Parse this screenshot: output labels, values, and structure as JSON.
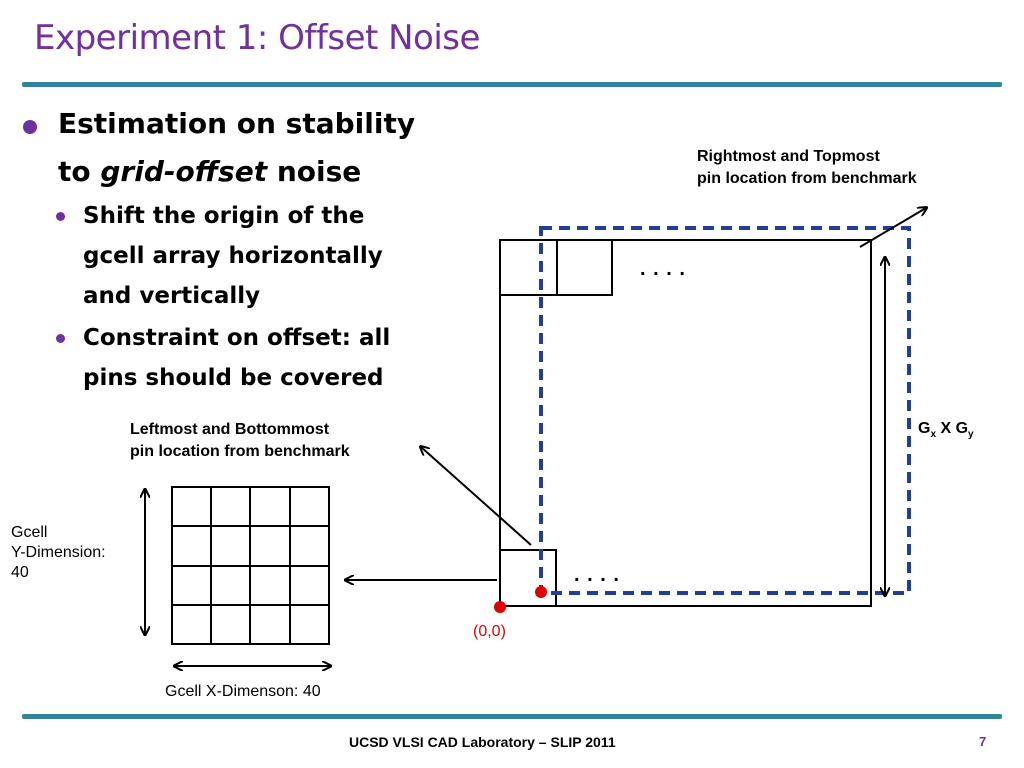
{
  "slide": {
    "title": "Experiment 1: Offset Noise",
    "bullet1_line1": "Estimation on stability",
    "bullet1_line2_pre": "to ",
    "bullet1_line2_em": "grid-offset",
    "bullet1_line2_post": " noise",
    "sub1_line1": "Shift the origin of the",
    "sub1_line2": "gcell array horizontally",
    "sub1_line3": "and vertically",
    "sub2_line1": "Constraint on offset: all",
    "sub2_line2": "pins should be covered"
  },
  "diagram": {
    "top_label_line1": "Rightmost and Topmost",
    "top_label_line2": "pin location from benchmark",
    "bottom_label_line1": "Leftmost and Bottommost",
    "bottom_label_line2": "pin location from benchmark",
    "dim_main": "G",
    "dim_sub_x": "x",
    "dim_mid": " X G",
    "dim_sub_y": "y",
    "ellipsis_top": ". . . .",
    "ellipsis_bottom": ". . . .",
    "origin": "(0,0)",
    "gcell_y_line1": "Gcell",
    "gcell_y_line2": "Y-Dimension:",
    "gcell_y_line3": "40",
    "gcell_x": "Gcell X-Dimenson: 40"
  },
  "footer": {
    "text": "UCSD VLSI CAD Laboratory – SLIP 2011",
    "page": "7"
  },
  "colors": {
    "title": "#7030a0",
    "rule": "#31849b",
    "dashed_box": "#1f3f99",
    "pin_dot": "#e00000"
  }
}
